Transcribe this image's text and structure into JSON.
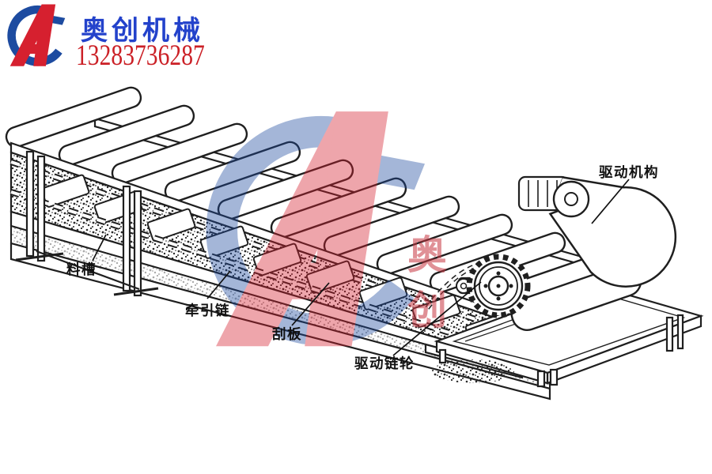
{
  "header": {
    "company_name": "奥创机械",
    "phone": "13283736287",
    "brand_colors": {
      "logo_red": "#d6202f",
      "logo_blue": "#1d4ba0",
      "name_blue": "#2342cb",
      "phone_red": "#cb2026"
    }
  },
  "watermark": {
    "chars": [
      "奥",
      "创"
    ],
    "opacity": "0.4",
    "colors": {
      "red": "#d6202f",
      "blue": "#3c58b8"
    }
  },
  "diagram": {
    "ink_color": "#1f1f1f",
    "labels": [
      {
        "id": "drive-mechanism",
        "text": "驱动机构"
      },
      {
        "id": "trough",
        "text": "料槽"
      },
      {
        "id": "traction-chain",
        "text": "牵引链"
      },
      {
        "id": "scraper-plate",
        "text": "刮板"
      },
      {
        "id": "drive-sprocket",
        "text": "驱动链轮"
      }
    ]
  }
}
